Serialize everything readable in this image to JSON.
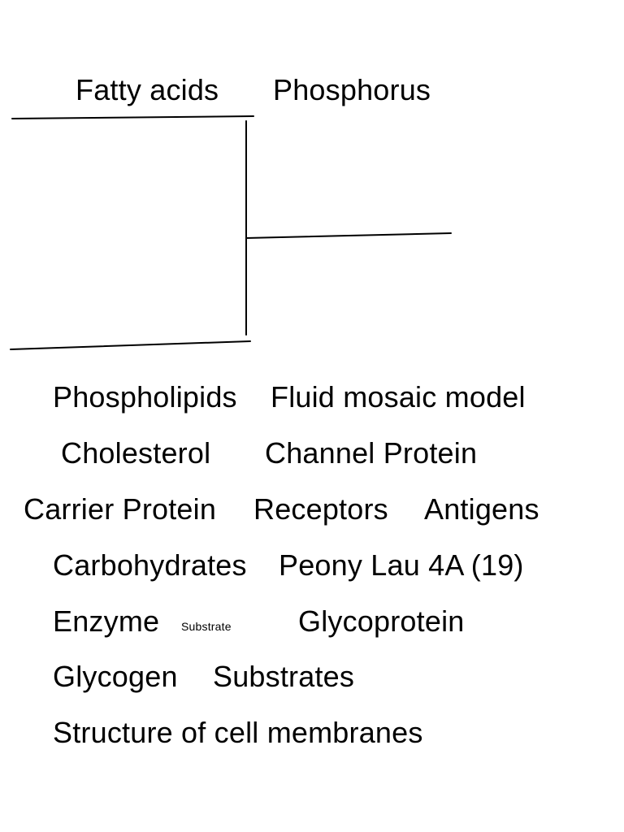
{
  "labels": {
    "fatty_acids": "Fatty acids",
    "phosphorus": "Phosphorus",
    "phospholipids": "Phospholipids",
    "fluid_mosaic_model": "Fluid mosaic model",
    "cholesterol": "Cholesterol",
    "channel_protein": "Channel Protein",
    "carrier_protein": "Carrier Protein",
    "receptors": "Receptors",
    "antigens": "Antigens",
    "carbohydrates": "Carbohydrates",
    "author": "Peony Lau 4A (19)",
    "enzyme": "Enzyme",
    "substrate": "Substrate",
    "glycoprotein": "Glycoprotein",
    "glycogen": "Glycogen",
    "substrates": "Substrates",
    "structure": "Structure of cell membranes"
  },
  "colors": {
    "ink": "#000000",
    "background": "#ffffff"
  }
}
